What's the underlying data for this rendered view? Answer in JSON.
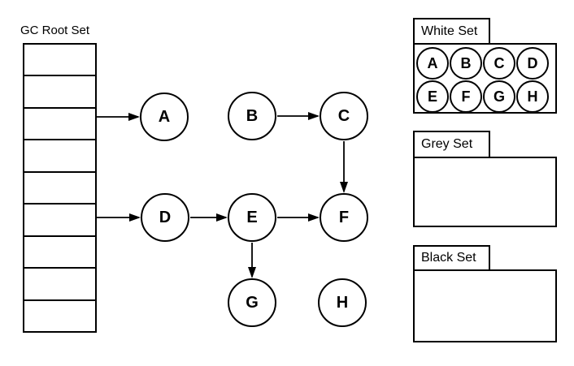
{
  "root_set": {
    "title": "GC Root Set",
    "row_count": 9
  },
  "graph": {
    "nodes": [
      {
        "label": "A"
      },
      {
        "label": "B"
      },
      {
        "label": "C"
      },
      {
        "label": "D"
      },
      {
        "label": "E"
      },
      {
        "label": "F"
      },
      {
        "label": "G"
      },
      {
        "label": "H"
      }
    ],
    "edges": [
      {
        "from": "gc-root-row-3",
        "to": "A"
      },
      {
        "from": "gc-root-row-6",
        "to": "D"
      },
      {
        "from": "B",
        "to": "C"
      },
      {
        "from": "C",
        "to": "F"
      },
      {
        "from": "D",
        "to": "E"
      },
      {
        "from": "E",
        "to": "F"
      },
      {
        "from": "E",
        "to": "G"
      }
    ]
  },
  "sets": {
    "white": {
      "label": "White Set",
      "members": [
        "A",
        "B",
        "C",
        "D",
        "E",
        "F",
        "G",
        "H"
      ]
    },
    "grey": {
      "label": "Grey Set",
      "members": []
    },
    "black": {
      "label": "Black Set",
      "members": []
    }
  },
  "colors": {
    "stroke": "#000000",
    "background": "#ffffff",
    "text": "#000000"
  }
}
